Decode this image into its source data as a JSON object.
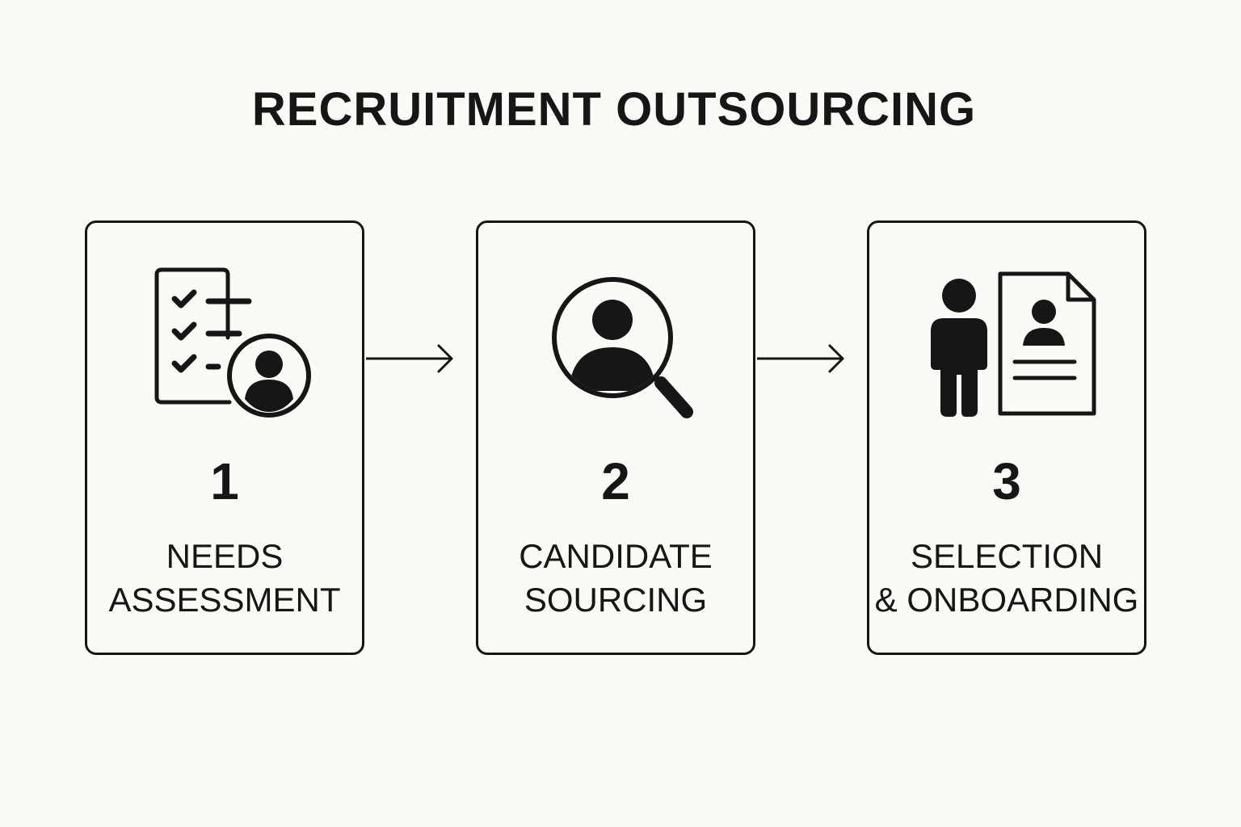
{
  "title": "RECRUITMENT OUTSOURCING",
  "steps": [
    {
      "number": "1",
      "label_line1": "NEEDS",
      "label_line2": "ASSESSMENT",
      "icon": "checklist-with-person-icon"
    },
    {
      "number": "2",
      "label_line1": "CANDIDATE",
      "label_line2": "SOURCING",
      "icon": "magnifier-person-icon"
    },
    {
      "number": "3",
      "label_line1": "SELECTION",
      "label_line2": "& ONBOARDING",
      "icon": "person-with-resume-icon"
    }
  ],
  "colors": {
    "ink": "#161616",
    "background": "#fbfaf7"
  }
}
